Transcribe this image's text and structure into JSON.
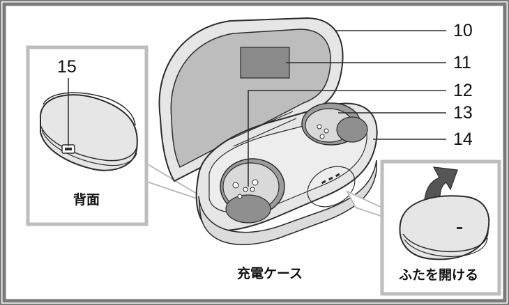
{
  "callouts": {
    "n10": "10",
    "n11": "11",
    "n12": "12",
    "n13": "13",
    "n14": "14",
    "n15": "15"
  },
  "captions": {
    "back": "背面",
    "case": "充電ケース",
    "open": "ふたを開ける"
  },
  "colors": {
    "frame": "#7a7a7a",
    "inset_border": "#bdbdbd",
    "case_body": "#e6e6e6",
    "case_interior": "#bdbdbd",
    "case_outline": "#2b2b2b",
    "ear_cup": "#8f8f8f",
    "arrow": "#555555"
  }
}
